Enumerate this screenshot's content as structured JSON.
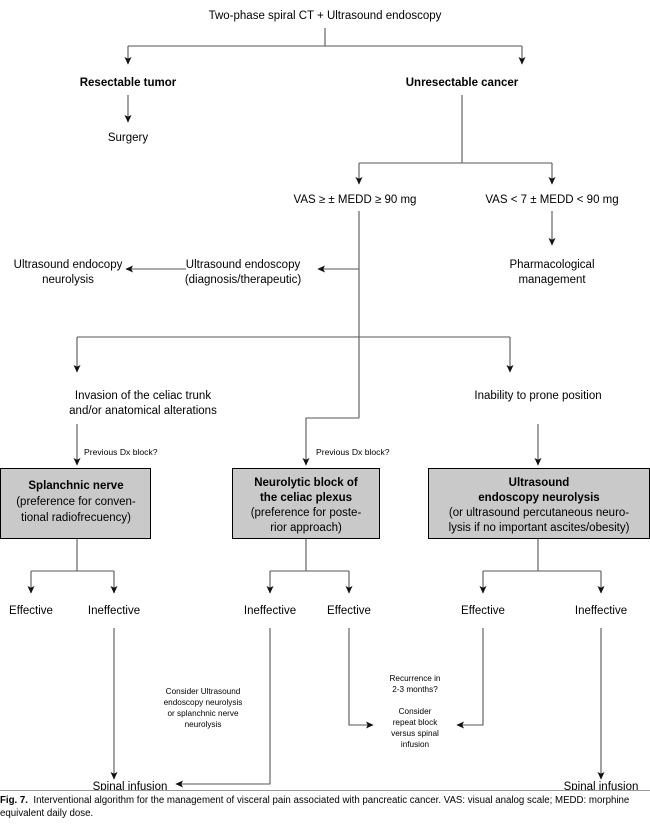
{
  "figure": {
    "label": "Fig. 7.",
    "caption": "Interventional algorithm for the management of visceral pain associated with pancreatic cancer. VAS: visual analog scale; MEDD: morphine equivalent daily dose."
  },
  "diagram": {
    "type": "flowchart",
    "nodes": {
      "root": "Two-phase spiral CT + Ultrasound endoscopy",
      "resectable": "Resectable tumor",
      "unresectable": "Unresectable cancer",
      "surgery": "Surgery",
      "vas_high": "VAS ≥ ± MEDD ≥ 90 mg",
      "vas_low": "VAS < 7 ± MEDD < 90 mg",
      "us_endoscopy_l1": "Ultrasound endoscopy",
      "us_endoscopy_l2": "(diagnosis/therapeutic)",
      "us_endocopy_neuro_l1": "Ultrasound endocopy",
      "us_endocopy_neuro_l2": "neurolysis",
      "pharma_l1": "Pharmacological",
      "pharma_l2": "management",
      "invasion_l1": "Invasion of the celiac trunk",
      "invasion_l2": "and/or anatomical alterations",
      "inability": "Inability to prone position",
      "prev_dx_left": "Previous Dx block?",
      "prev_dx_mid": "Previous Dx block?"
    },
    "boxes": [
      {
        "id": "splanchnic",
        "lines": [
          "Splanchnic nerve",
          "(preference for conven-",
          "tional radiofrecuency)"
        ],
        "bold_lines": 1,
        "fill": "#c9c9c9"
      },
      {
        "id": "neurolytic",
        "lines": [
          "Neurolytic block of",
          "the celiac plexus",
          "(preference for poste-",
          "rior approach)"
        ],
        "bold_lines": 2,
        "fill": "#c9c9c9"
      },
      {
        "id": "us-neurolysis",
        "lines": [
          "Ultrasound",
          "endoscopy neurolysis",
          "(or ultrasound percutaneous neuro-",
          "lysis if no important ascites/obesity)"
        ],
        "bold_lines": 2,
        "fill": "#c9c9c9"
      }
    ],
    "outcomes": {
      "left_effective": "Effective",
      "left_ineffective": "Ineffective",
      "mid_ineffective": "Ineffective",
      "mid_effective": "Effective",
      "right_effective": "Effective",
      "right_ineffective": "Ineffective"
    },
    "notes": {
      "consider_us": [
        "Consider Ultrasound",
        "endoscopy neurolysis",
        "or splanchnic nerve",
        "neurolysis"
      ],
      "recurrence": [
        "Recurrence in",
        "2-3 months?"
      ],
      "repeat_block": [
        "Consider",
        "repeat block",
        "versus spinal",
        "infusion"
      ]
    },
    "terminals": {
      "spinal_left": "Spinal infusion",
      "spinal_right": "Spinal infusion"
    },
    "colors": {
      "box_fill": "#c9c9c9",
      "line": "#555555",
      "text": "#000000",
      "background": "#ffffff"
    }
  }
}
